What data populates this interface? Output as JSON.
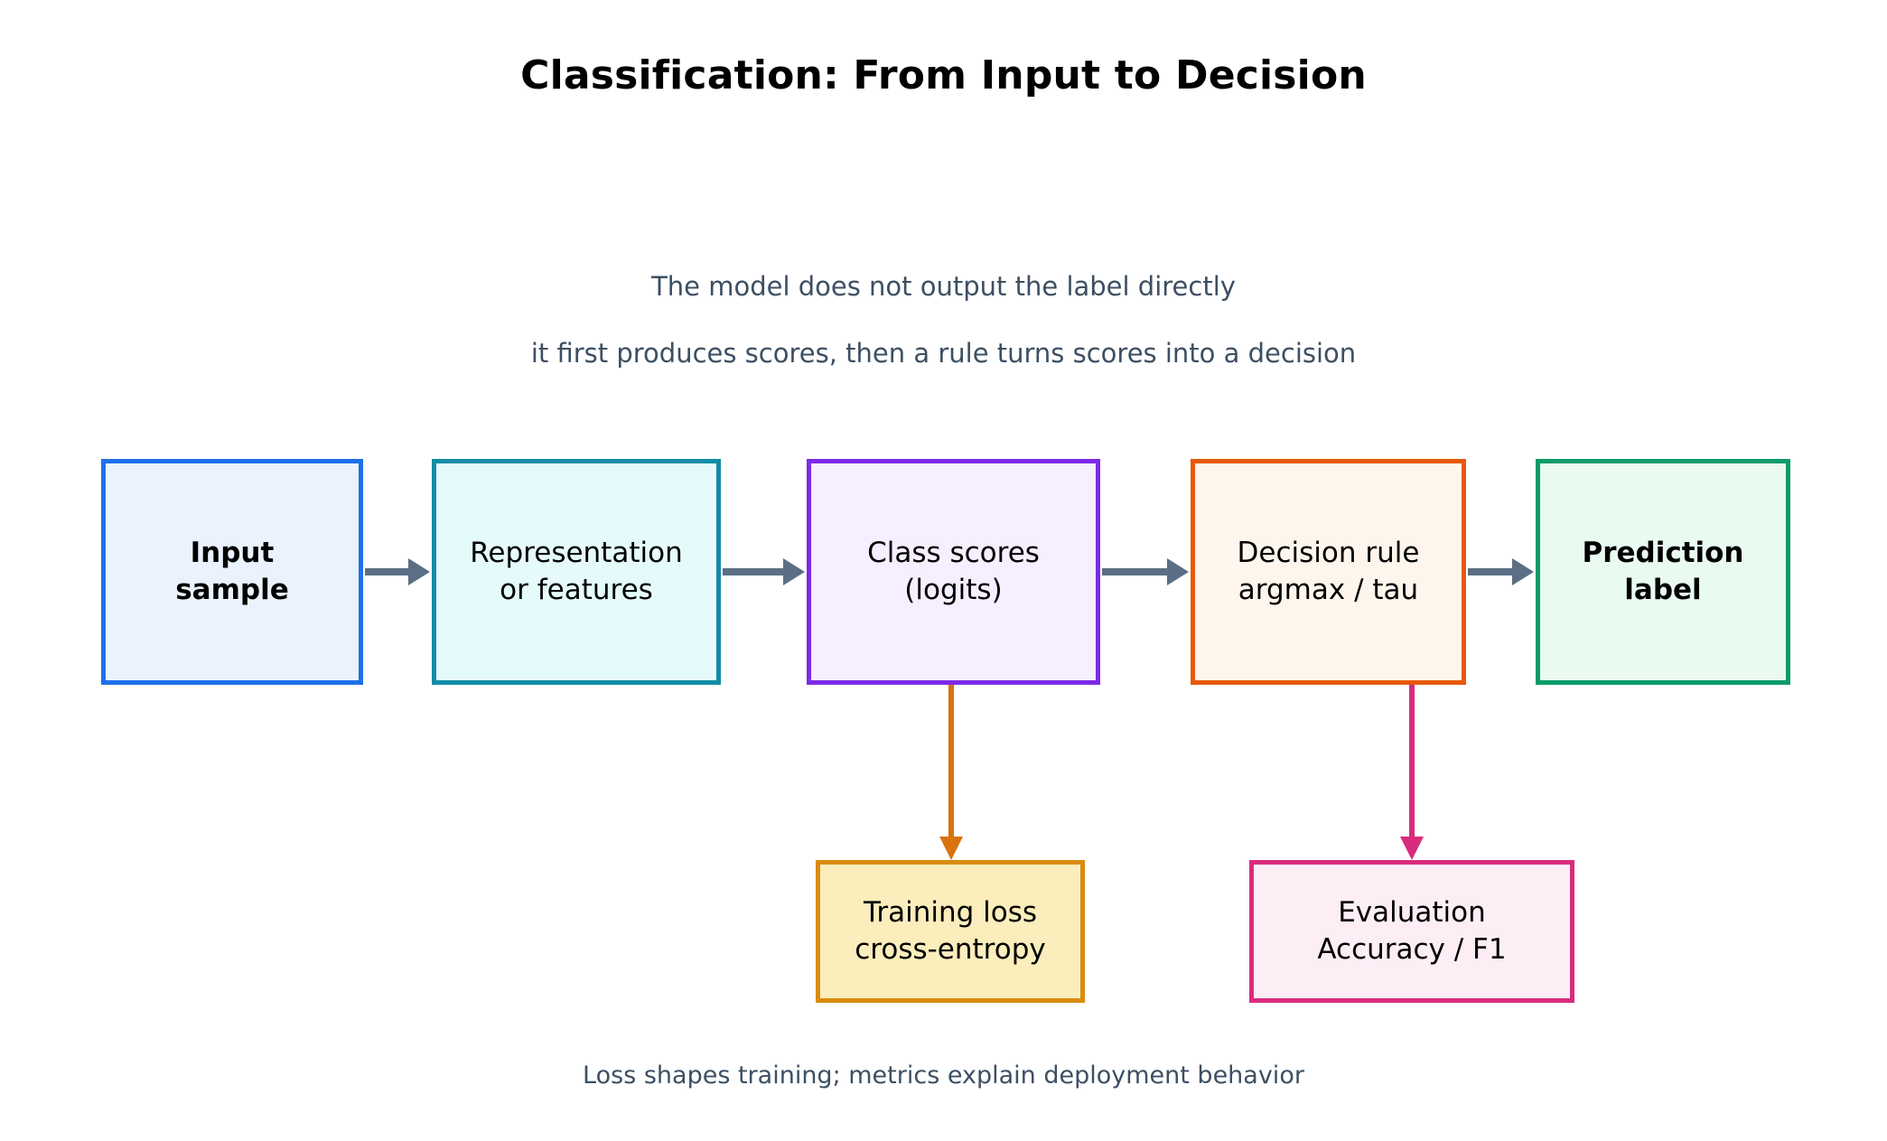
{
  "title": "Classification: From Input to Decision",
  "subtitles": [
    "The model does not output the label directly",
    "it first produces scores, then a rule turns scores into a decision"
  ],
  "footer_note": "Loss shapes training; metrics explain deployment behavior",
  "colors": {
    "input_border": "#1f6feb",
    "input_fill": "#eaf2fe",
    "representation_border": "#128ca6",
    "representation_fill": "#e5fbfb",
    "scores_border": "#7d2ae8",
    "scores_fill": "#f5efff",
    "rule_border": "#e8590c",
    "rule_fill": "#fef5ec",
    "prediction_border": "#0c9b68",
    "prediction_fill": "#e9fbf1",
    "loss_border": "#d98c0f",
    "loss_fill": "#fbedbc",
    "evaluation_border": "#da2b7e",
    "evaluation_fill": "#fdeef6",
    "flow_arrow": "#5c6e85",
    "loss_arrow": "#d9730d",
    "evaluation_arrow": "#da2b7e",
    "subtitle_text": "#3d4f63",
    "title_text": "#000000",
    "background": "#ffffff"
  },
  "nodes": {
    "input": {
      "label": "Input\nsample"
    },
    "representation": {
      "label": "Representation\nor features"
    },
    "scores": {
      "label": "Class scores\n(logits)"
    },
    "rule": {
      "label": "Decision rule\nargmax / tau"
    },
    "prediction": {
      "label": "Prediction\nlabel"
    },
    "loss": {
      "label": "Training loss\ncross-entropy"
    },
    "evaluation": {
      "label": "Evaluation\nAccuracy / F1"
    }
  },
  "edges": [
    {
      "name": "input-to-representation",
      "from": "input",
      "to": "representation",
      "direction": "right"
    },
    {
      "name": "representation-to-scores",
      "from": "representation",
      "to": "scores",
      "direction": "right"
    },
    {
      "name": "scores-to-rule",
      "from": "scores",
      "to": "rule",
      "direction": "right"
    },
    {
      "name": "rule-to-prediction",
      "from": "rule",
      "to": "prediction",
      "direction": "right"
    },
    {
      "name": "scores-to-loss",
      "from": "scores",
      "to": "loss",
      "direction": "down"
    },
    {
      "name": "rule-to-evaluation",
      "from": "rule",
      "to": "evaluation",
      "direction": "down"
    }
  ]
}
